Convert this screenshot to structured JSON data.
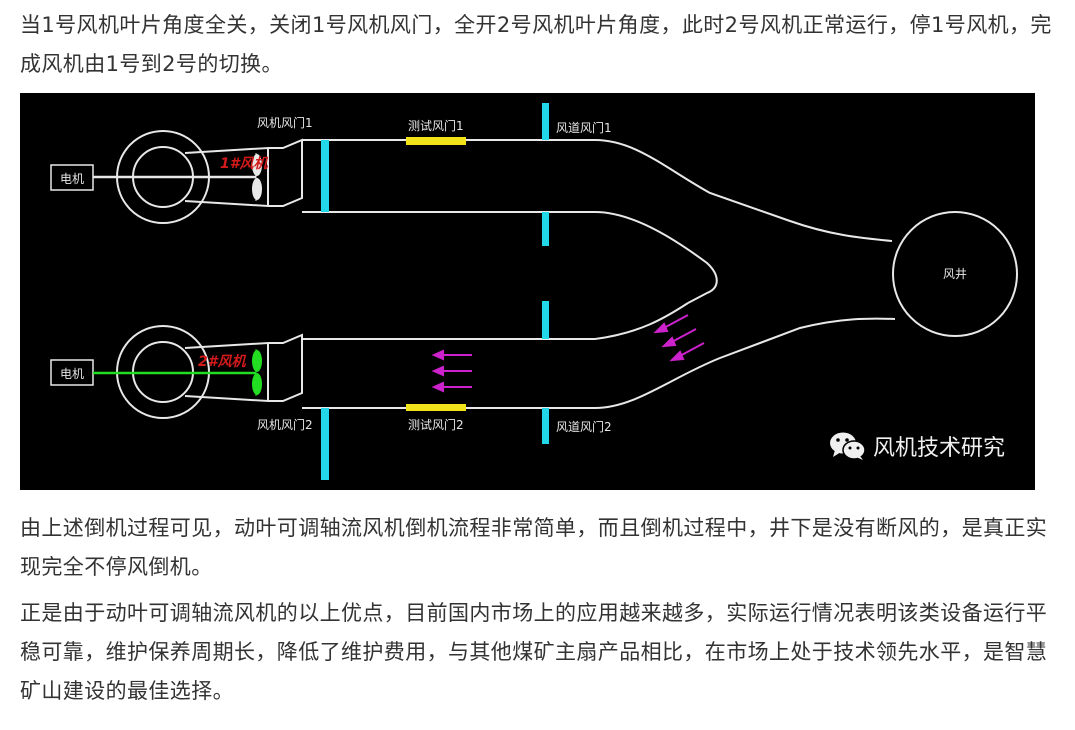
{
  "text": {
    "top_paragraph": "当1号风机叶片角度全关，关闭1号风机风门，全开2号风机叶片角度，此时2号风机正常运行，停1号风机，完成风机由1号到2号的切换。",
    "bottom_paragraph_1": "由上述倒机过程可见，动叶可调轴流风机倒机流程非常简单，而且倒机过程中，井下是没有断风的，是真正实现完全不停风倒机。",
    "bottom_paragraph_2": "正是由于动叶可调轴流风机的以上优点，目前国内市场上的应用越来越多，实际运行情况表明该类设备运行平稳可靠，维护保养周期长，降低了维护费用，与其他煤矿主扇产品相比，在市场上处于技术领先水平，是智慧矿山建设的最佳选择。"
  },
  "diagram": {
    "motor_1": "电机",
    "motor_2": "电机",
    "fan_1_label": "1#风机",
    "fan_2_label": "2#风机",
    "fan_door_1": "风机风门1",
    "fan_door_2": "风机风门2",
    "test_door_1": "测试风门1",
    "test_door_2": "测试风门2",
    "duct_door_1": "风道风门1",
    "duct_door_2": "风道风门2",
    "shaft": "风井",
    "watermark": "风机技术研究",
    "icons": {
      "fan_1": "fan-blades-closed-icon",
      "fan_2": "fan-blades-open-icon",
      "flow": "airflow-arrow-icon",
      "watermark": "wechat-icon"
    },
    "colors": {
      "background": "#000000",
      "duct_line": "#e8e8e8",
      "fan_door": "#22d8e8",
      "test_door": "#f2e21a",
      "active_shaft": "#22dd22",
      "active_fan": "#22dd22",
      "fan_name": "#d21a1a",
      "flow_arrow": "#cc22cc"
    }
  }
}
